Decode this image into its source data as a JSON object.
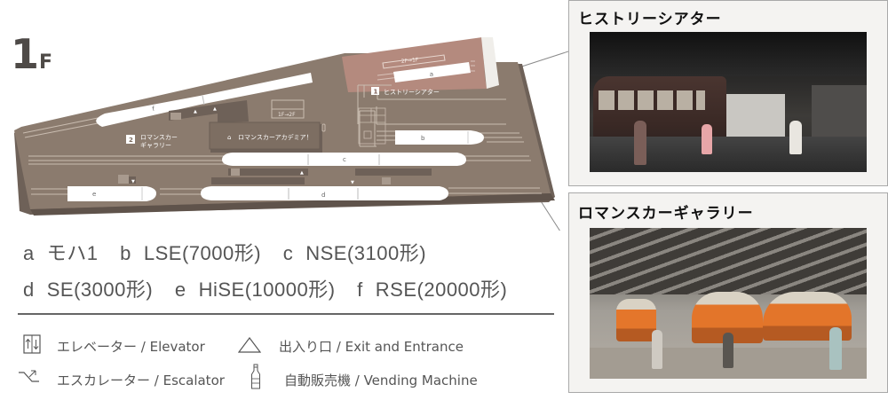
{
  "floor": {
    "number": "1",
    "suffix": "F"
  },
  "map": {
    "floor_color": "#8b7b6e",
    "floor_dark_color": "#6e6158",
    "history_area_color": "#b48a7e",
    "track_color": "#c9bcb0",
    "train_color": "#ffffff",
    "areas": {
      "history_theater": {
        "number": "1",
        "label": "ヒストリーシアター"
      },
      "romancecar_gallery": {
        "number": "2",
        "label_line1": "ロマンスカー",
        "label_line2": "ギャラリー"
      },
      "academy": {
        "label": "ロマンスカーアカデミア！"
      }
    },
    "escalators": {
      "up": "1F→2F",
      "down": "2F→1F"
    },
    "trains": [
      {
        "id": "a",
        "label": "a"
      },
      {
        "id": "b",
        "label": "b"
      },
      {
        "id": "c",
        "label": "c"
      },
      {
        "id": "d",
        "label": "d"
      },
      {
        "id": "e",
        "label": "e"
      },
      {
        "id": "f",
        "label": "f"
      }
    ]
  },
  "train_legend": {
    "row1": [
      {
        "key": "a",
        "name": "モハ1"
      },
      {
        "key": "b",
        "name": "LSE(7000形)"
      },
      {
        "key": "c",
        "name": "NSE(3100形)"
      }
    ],
    "row2": [
      {
        "key": "d",
        "name": "SE(3000形)"
      },
      {
        "key": "e",
        "name": "HiSE(10000形)"
      },
      {
        "key": "f",
        "name": "RSE(20000形)"
      }
    ]
  },
  "icon_legend": [
    {
      "icon": "elevator-icon",
      "label": "エレベーター / Elevator"
    },
    {
      "icon": "entrance-icon",
      "label": "出入り口 / Exit and Entrance"
    },
    {
      "icon": "escalator-icon",
      "label": "エスカレーター / Escalator"
    },
    {
      "icon": "vending-machine-icon",
      "label": "自動販売機 / Vending Machine"
    }
  ],
  "panels": [
    {
      "title": "ヒストリーシアター"
    },
    {
      "title": "ロマンスカーギャラリー"
    }
  ]
}
